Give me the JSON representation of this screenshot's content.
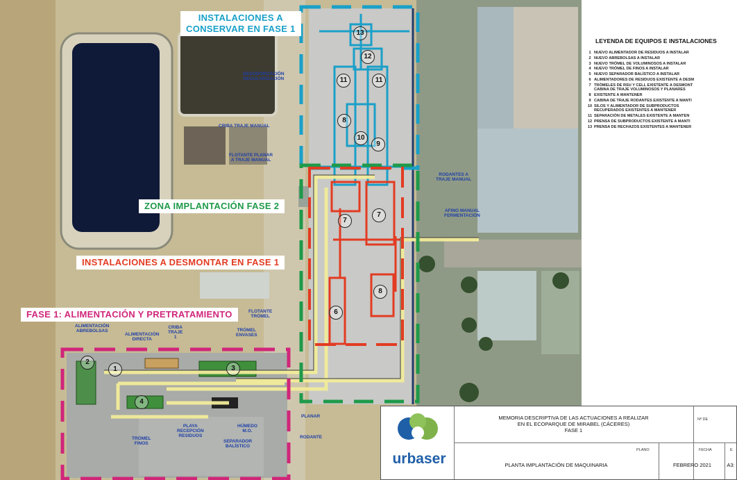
{
  "phases": {
    "conserve": "INSTALACIONES A\nCONSERVAR EN FASE 1",
    "zone2": "ZONA IMPLANTACIÓN FASE 2",
    "dismantle": "INSTALACIONES A DESMONTAR EN FASE 1",
    "phase1": "FASE 1: ALIMENTACIÓN Y PRETRATAMIENTO"
  },
  "map_labels": {
    "trommel_manual": "CRIBA TRAJE MANUAL",
    "flotante": "FLOTANTE PLANAR\nA TRAJE MANUAL",
    "rodantes": "RODANTES A\nTRAJE MANUAL",
    "afino": "AFINO MANUAL\nFERMENTACIÓN",
    "alim_1": "ALIMENTACIÓN\nABREBOLSAS",
    "alim_2": "ALIMENTACIÓN\nDIRECTA",
    "criba": "CRIBA\nTRAJE\n1",
    "flotante_trommel": "FLOTANTE\nTRÓMEL",
    "trommel_envases": "TRÓMEL\nENVASES",
    "trommel_finos": "TRÓMEL\nFINOS",
    "playa": "PLAYA\nRECEPCIÓN\nRESIDUOS",
    "humedo": "HÚMEDO\nM.O.",
    "separador": "SEPARADOR\nBALÍSTICO",
    "planar": "PLANAR",
    "rodante": "RODANTE",
    "pond_label": "DESODORIZACIÓN\nREGULARIZACIÓN"
  },
  "markers": [
    "1",
    "2",
    "3",
    "4",
    "6",
    "7",
    "7",
    "8",
    "8",
    "9",
    "10",
    "11",
    "11",
    "12",
    "13"
  ],
  "legend": {
    "title": "LEYENDA DE EQUIPOS E INSTALACIONES",
    "items": [
      {
        "n": "1",
        "t": "NUEVO ALIMENTADOR DE RESIDUOS A INSTALAR"
      },
      {
        "n": "2",
        "t": "NUEVO ABREBOLSAS A INSTALAR"
      },
      {
        "n": "3",
        "t": "NUEVO TRÓMEL DE VOLUMINOSOS A INSTALAR"
      },
      {
        "n": "4",
        "t": "NUEVO TRÓMEL DE FINOS A INSTALAR"
      },
      {
        "n": "5",
        "t": "NUEVO SEPARADOR BALÍSTICO A INSTALAR"
      },
      {
        "n": "6",
        "t": "ALIMENTADORES DE RESIDUOS EXISTENTE A DESM"
      },
      {
        "n": "7",
        "t": "TRÓMELES DE RSU Y CELL EXISTENTE A DESMONT\nCABINA DE TRAJE VOLUMINOSOS Y PLANARES"
      },
      {
        "n": "8",
        "t": "EXISTENTE A MANTENER"
      },
      {
        "n": "9",
        "t": "CABINA DE TRAJE RODANTES EXISTENTE A MANTI"
      },
      {
        "n": "10",
        "t": "SILOS Y ALIMENTADOR DE SUBPRODUCTOS\nRECUPERADOS EXISTENTES A MANTENER"
      },
      {
        "n": "11",
        "t": "SEPARACIÓN DE METALES EXISTENTE A MANTEN"
      },
      {
        "n": "12",
        "t": "PRENSA DE SUBPRODUCTOS EXISTENTE A MANTI"
      },
      {
        "n": "13",
        "t": "PRENSA DE RECHAZOS EXISTENTES A MANTENER"
      }
    ]
  },
  "titleblock": {
    "logo": "urbaser",
    "memoria": "MEMORIA DESCRIPTIVA DE LAS ACTUACIONES A REALIZAR\nEN EL ECOPARQUE DE MIRABEL (CÁCERES)\nFASE 1",
    "nde": "Nº DE",
    "plano_label": "PLANO",
    "plano": "PLANTA IMPLANTACIÓN DE MAQUINARIA",
    "fecha_label": "FECHA",
    "fecha": "FEBRERO 2021",
    "size": "A3:",
    "e": "E"
  },
  "colors": {
    "conserve": "#1aa0c8",
    "zone2": "#1f9a4a",
    "dismantle": "#e23b22",
    "phase1": "#d0267a",
    "brand": "#1f5fa8"
  }
}
